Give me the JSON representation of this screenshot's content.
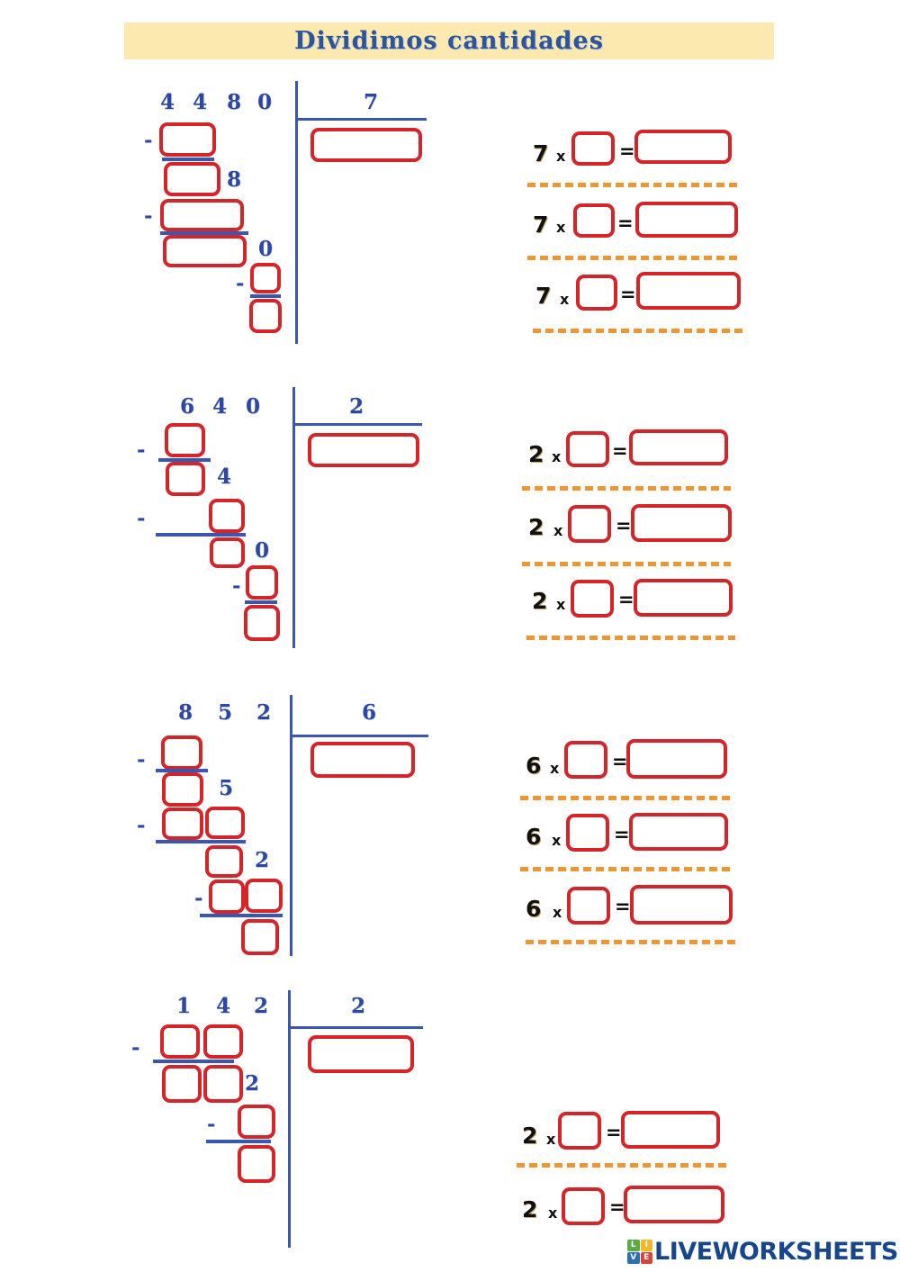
{
  "page": {
    "title": "Dividimos cantidades",
    "banner_color": "#fce9b0",
    "title_color": "#2f5596",
    "digit_color": "#2c48a4",
    "box_color": "#d4262a",
    "dash_color": "#ec9733",
    "rule_color": "#3a56b0"
  },
  "problems": [
    {
      "id": "problem-1",
      "dividend_digits": [
        "4",
        "4",
        "8",
        "0"
      ],
      "divisor": "7",
      "bring_down_digits": [
        "8",
        "0"
      ],
      "minus_signs": [
        "-",
        "-",
        "-"
      ],
      "boxes": [
        "subtract-1-box",
        "remainder-1-box",
        "subtract-2-box",
        "remainder-2-box",
        "subtract-3-box",
        "remainder-3-box",
        "quotient-box"
      ],
      "equations": [
        {
          "factor": "7",
          "times": "x",
          "equals": "="
        },
        {
          "factor": "7",
          "times": "x",
          "equals": "="
        },
        {
          "factor": "7",
          "times": "x",
          "equals": "="
        }
      ]
    },
    {
      "id": "problem-2",
      "dividend_digits": [
        "6",
        "4",
        "0"
      ],
      "divisor": "2",
      "bring_down_digits": [
        "4",
        "0"
      ],
      "minus_signs": [
        "-",
        "-",
        "-"
      ],
      "boxes": [
        "subtract-1-box",
        "remainder-1-box",
        "subtract-2-box",
        "remainder-2-box",
        "subtract-3-box",
        "remainder-3-box",
        "quotient-box"
      ],
      "equations": [
        {
          "factor": "2",
          "times": "x",
          "equals": "="
        },
        {
          "factor": "2",
          "times": "x",
          "equals": "="
        },
        {
          "factor": "2",
          "times": "x",
          "equals": "="
        }
      ]
    },
    {
      "id": "problem-3",
      "dividend_digits": [
        "8",
        "5",
        "2"
      ],
      "divisor": "6",
      "bring_down_digits": [
        "5",
        "2"
      ],
      "minus_signs": [
        "-",
        "-",
        "-"
      ],
      "boxes": [
        "subtract-1-box",
        "remainder-1-box",
        "subtract-2-box-a",
        "subtract-2-box-b",
        "remainder-2-box",
        "subtract-3-box-a",
        "subtract-3-box-b",
        "remainder-3-box",
        "quotient-box"
      ],
      "equations": [
        {
          "factor": "6",
          "times": "x",
          "equals": "="
        },
        {
          "factor": "6",
          "times": "x",
          "equals": "="
        },
        {
          "factor": "6",
          "times": "x",
          "equals": "="
        }
      ]
    },
    {
      "id": "problem-4",
      "dividend_digits": [
        "1",
        "4",
        "2"
      ],
      "divisor": "2",
      "bring_down_digits": [
        "2"
      ],
      "minus_signs": [
        "-",
        "-"
      ],
      "boxes": [
        "subtract-1-box-a",
        "subtract-1-box-b",
        "remainder-1-box-a",
        "remainder-1-box-b",
        "subtract-2-box",
        "remainder-2-box",
        "quotient-box"
      ],
      "equations": [
        {
          "factor": "2",
          "times": "x",
          "equals": "="
        },
        {
          "factor": "2",
          "times": "x",
          "equals": "="
        }
      ]
    }
  ],
  "footer": {
    "logo_letters": [
      "LI",
      "VE"
    ],
    "logo_letter_cells": [
      "L",
      "I",
      "V",
      "E"
    ],
    "logo_cell_colors": [
      "#5aab46",
      "#f2b827",
      "#2c6fb5",
      "#d8453b"
    ],
    "wordmark": "LIVEWORKSHEETS",
    "wordmark_color": "#17468f"
  }
}
